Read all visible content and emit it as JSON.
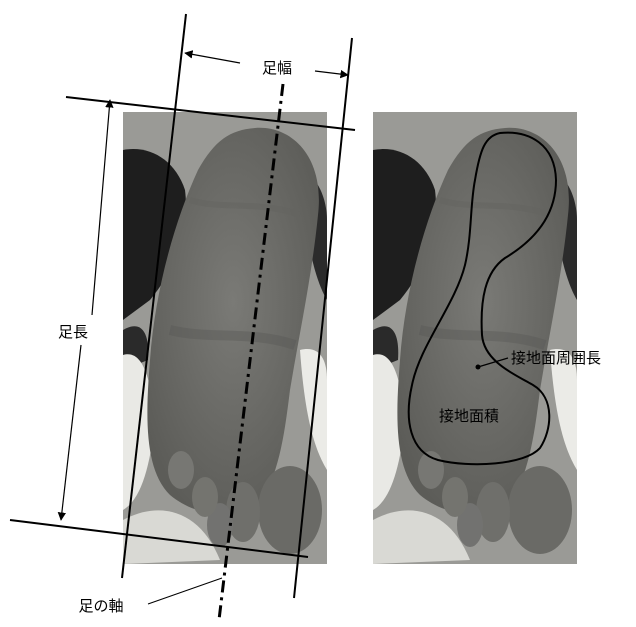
{
  "labels": {
    "foot_width": "足幅",
    "foot_length": "足長",
    "foot_axis": "足の軸",
    "contact_perimeter": "接地面周囲長",
    "contact_area": "接地面積"
  },
  "panels": [
    {
      "photo": "plantar-footprint-photo-left",
      "annotations": [
        "foot_width",
        "foot_length",
        "foot_axis"
      ]
    },
    {
      "photo": "plantar-footprint-photo-right",
      "annotations": [
        "contact_perimeter",
        "contact_area"
      ]
    }
  ],
  "colors": {
    "background": "#ffffff",
    "lines": "#000000",
    "photo_background": "#9a9a96",
    "foot_tone": "#6d6d69",
    "shadow": "#1e1e1e",
    "highlight": "#e9e9e5"
  }
}
